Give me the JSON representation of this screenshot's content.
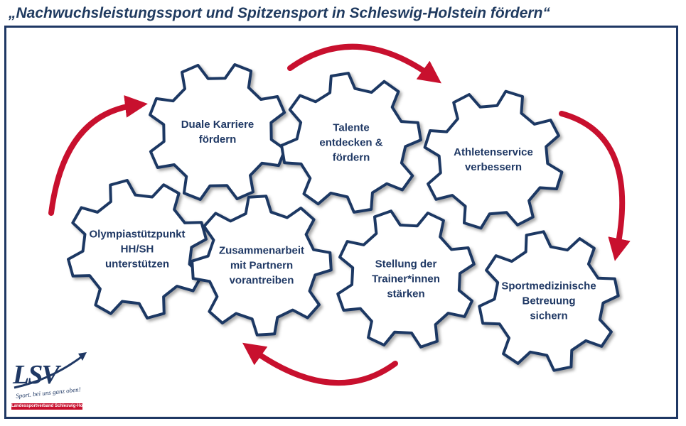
{
  "title": "„Nachwuchsleistungssport und Spitzensport in Schleswig-Holstein fördern“",
  "colors": {
    "navy": "#1f3864",
    "red": "#c8102e",
    "gear_fill": "#ffffff"
  },
  "gears": [
    {
      "id": "duale",
      "label": "Duale Karriere\nfördern"
    },
    {
      "id": "talente",
      "label": "Talente\nentdecken &\nfördern"
    },
    {
      "id": "athleten",
      "label": "Athletenservice\nverbessern"
    },
    {
      "id": "olympia",
      "label": "Olympiastützpunkt\nHH/SH\nunterstützen"
    },
    {
      "id": "zusammen",
      "label": "Zusammenarbeit\nmit Partnern\nvorantreiben"
    },
    {
      "id": "trainer",
      "label": "Stellung der\nTrainer*innen\nstärken"
    },
    {
      "id": "sportmed",
      "label": "Sportmedizinische\nBetreuung\nsichern"
    }
  ],
  "arrow_count": 4,
  "logo": {
    "letters": "LSV",
    "slogan": "Sport. bei uns ganz oben!",
    "band": "Landessportverband Schleswig-Holstein"
  }
}
